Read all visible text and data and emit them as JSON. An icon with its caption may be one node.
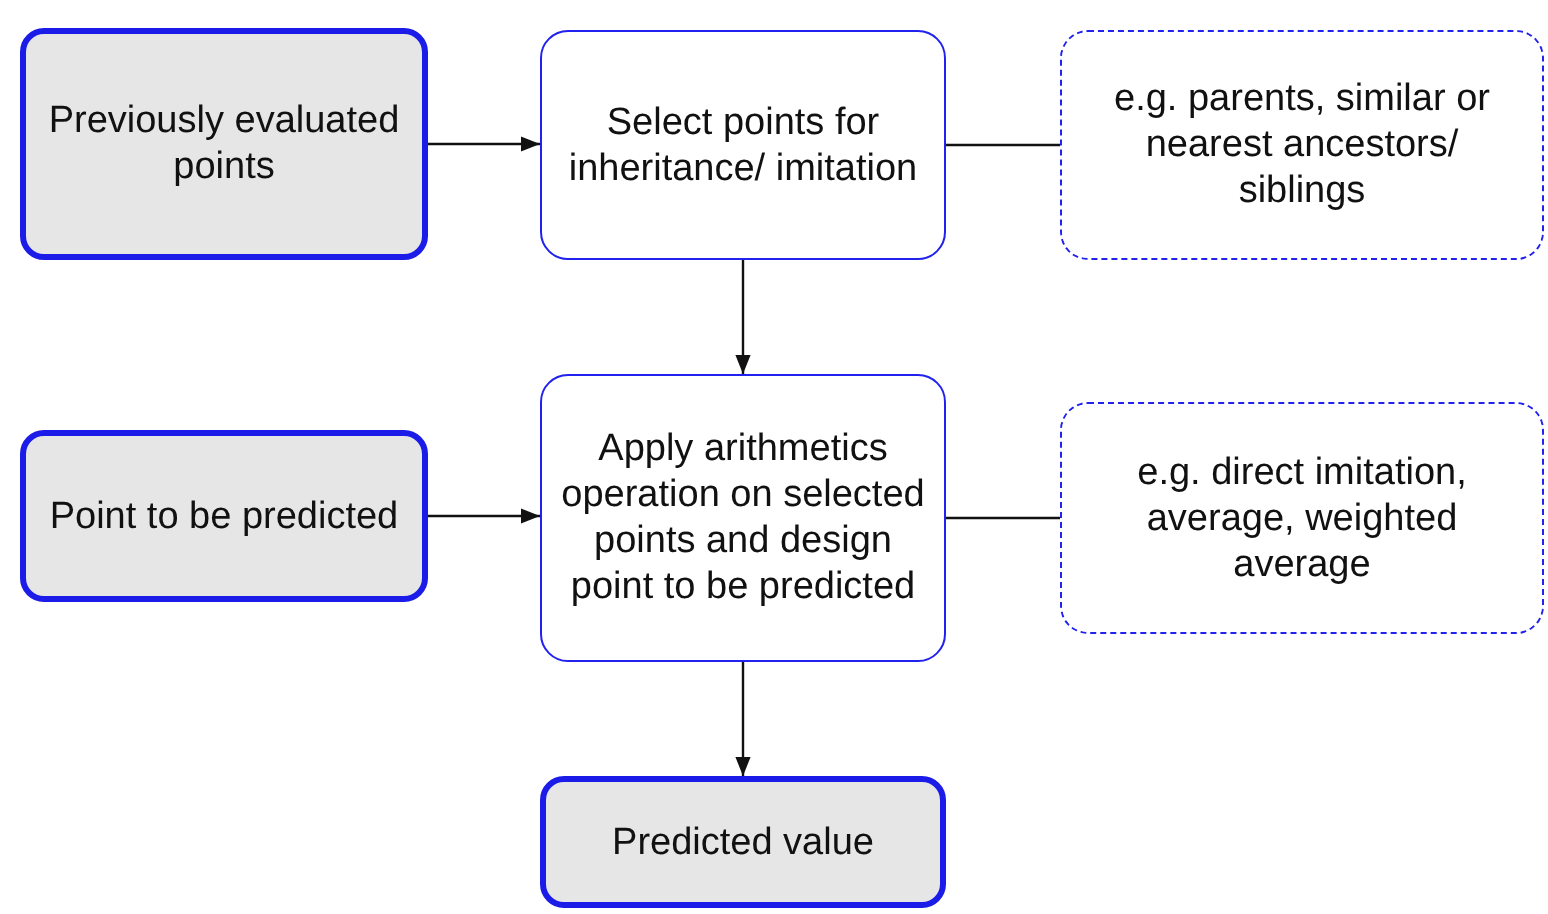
{
  "diagram": {
    "nodes": [
      {
        "text": [
          "Previously evaluated points"
        ]
      },
      {
        "text": [
          "Select points for inheritance/ imitation"
        ]
      },
      {
        "text": [
          "e.g. parents, similar or nearest ancestors/ siblings"
        ]
      },
      {
        "text": [
          "Point to be predicted"
        ]
      },
      {
        "text": [
          "Apply arithmetics operation on selected points and design point to be predicted"
        ]
      },
      {
        "text": [
          "e.g. direct imitation, average, weighted average"
        ]
      },
      {
        "text": [
          "Predicted value"
        ]
      }
    ],
    "edges": [
      {
        "from": 0,
        "to": 1,
        "arrow": "to"
      },
      {
        "from": 1,
        "to": 2,
        "arrow": "none"
      },
      {
        "from": 1,
        "to": 4,
        "arrow": "to"
      },
      {
        "from": 3,
        "to": 4,
        "arrow": "to"
      },
      {
        "from": 4,
        "to": 5,
        "arrow": "none"
      },
      {
        "from": 4,
        "to": 6,
        "arrow": "to"
      }
    ]
  }
}
